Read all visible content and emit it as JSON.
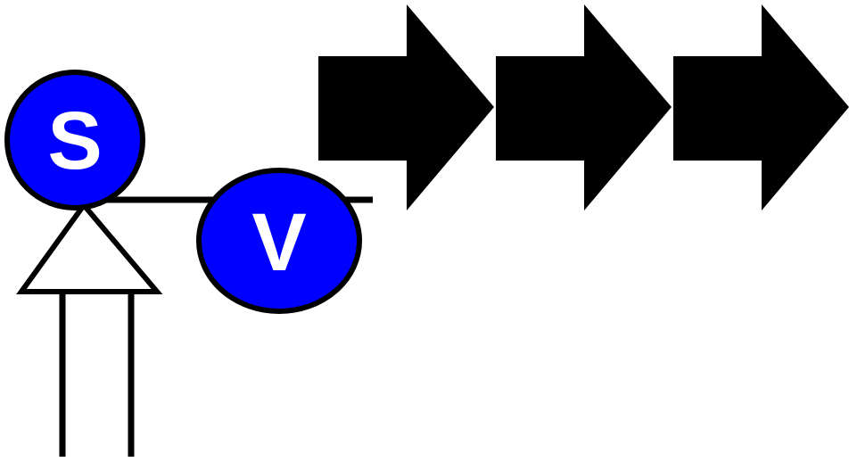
{
  "diagram": {
    "nodes": {
      "s": {
        "label": "S"
      },
      "v": {
        "label": "V"
      }
    },
    "colors": {
      "node_fill": "#0000ff",
      "stroke": "#000000",
      "arrow_fill": "#000000",
      "label": "#ffffff",
      "background": "#ffffff"
    },
    "arrows": [
      {
        "direction": "right"
      },
      {
        "direction": "right"
      },
      {
        "direction": "right"
      }
    ]
  }
}
